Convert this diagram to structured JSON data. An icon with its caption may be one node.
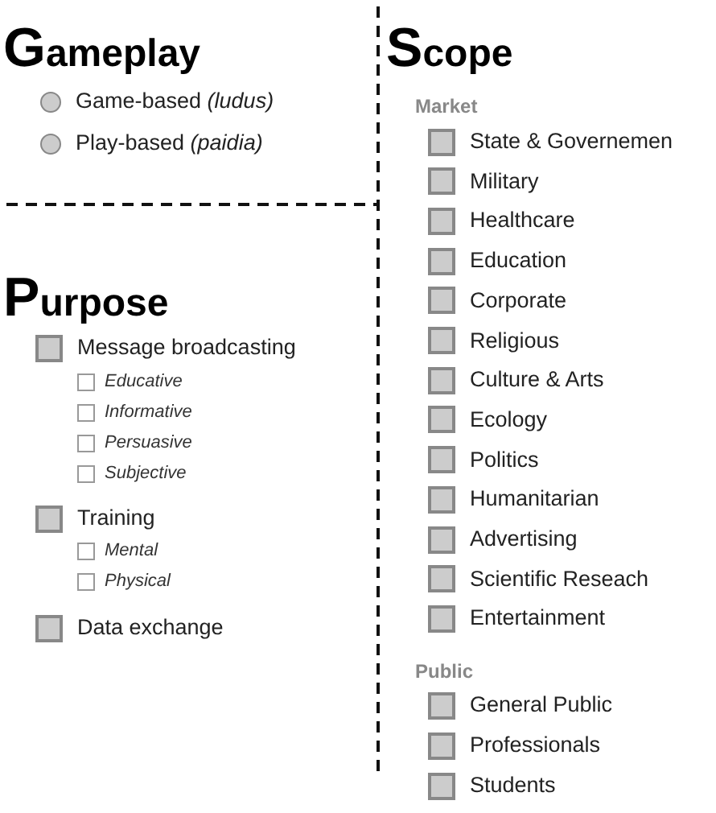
{
  "diagram": {
    "labels": [
      "Gameplay",
      "Game-based *(ludus)*",
      "Play-based *(paidia)*",
      "Purpose",
      "Message broadcasting",
      "Educative",
      "Informative",
      "Persuasive",
      "Subjective",
      "Training",
      "Mental",
      "Physical",
      "Data exchange",
      "Scope",
      "Market",
      "State & Governemen",
      "Military",
      "Healthcare",
      "Education",
      "Corporate",
      "Religious",
      "Culture & Arts",
      "Ecology",
      "Politics",
      "Humanitarian",
      "Advertising",
      "Scientific Reseach",
      "Entertainment",
      "Public",
      "General Public",
      "Professionals",
      "Students"
    ]
  }
}
